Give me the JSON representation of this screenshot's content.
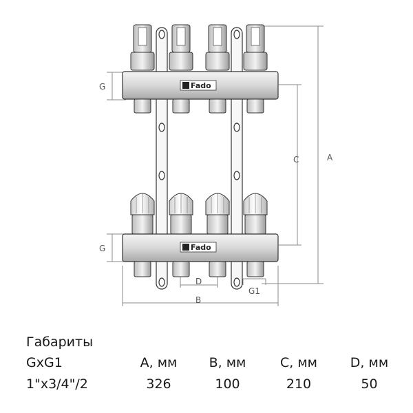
{
  "drawing": {
    "dimension_labels": {
      "a": "A",
      "b": "B",
      "c": "C",
      "d": "D",
      "g_top": "G",
      "g_bottom": "G",
      "g1": "G1"
    },
    "brand": "Fado",
    "brand_icon": "fado-logo-icon",
    "line_color": "#333333",
    "dim_color": "#8a8a8a"
  },
  "specs": {
    "title": "Габариты",
    "headers": [
      "GxG1",
      "A, мм",
      "B, мм",
      "C, мм",
      "D, мм"
    ],
    "values": [
      "1\"x3/4\"/2",
      "326",
      "100",
      "210",
      "50"
    ]
  }
}
